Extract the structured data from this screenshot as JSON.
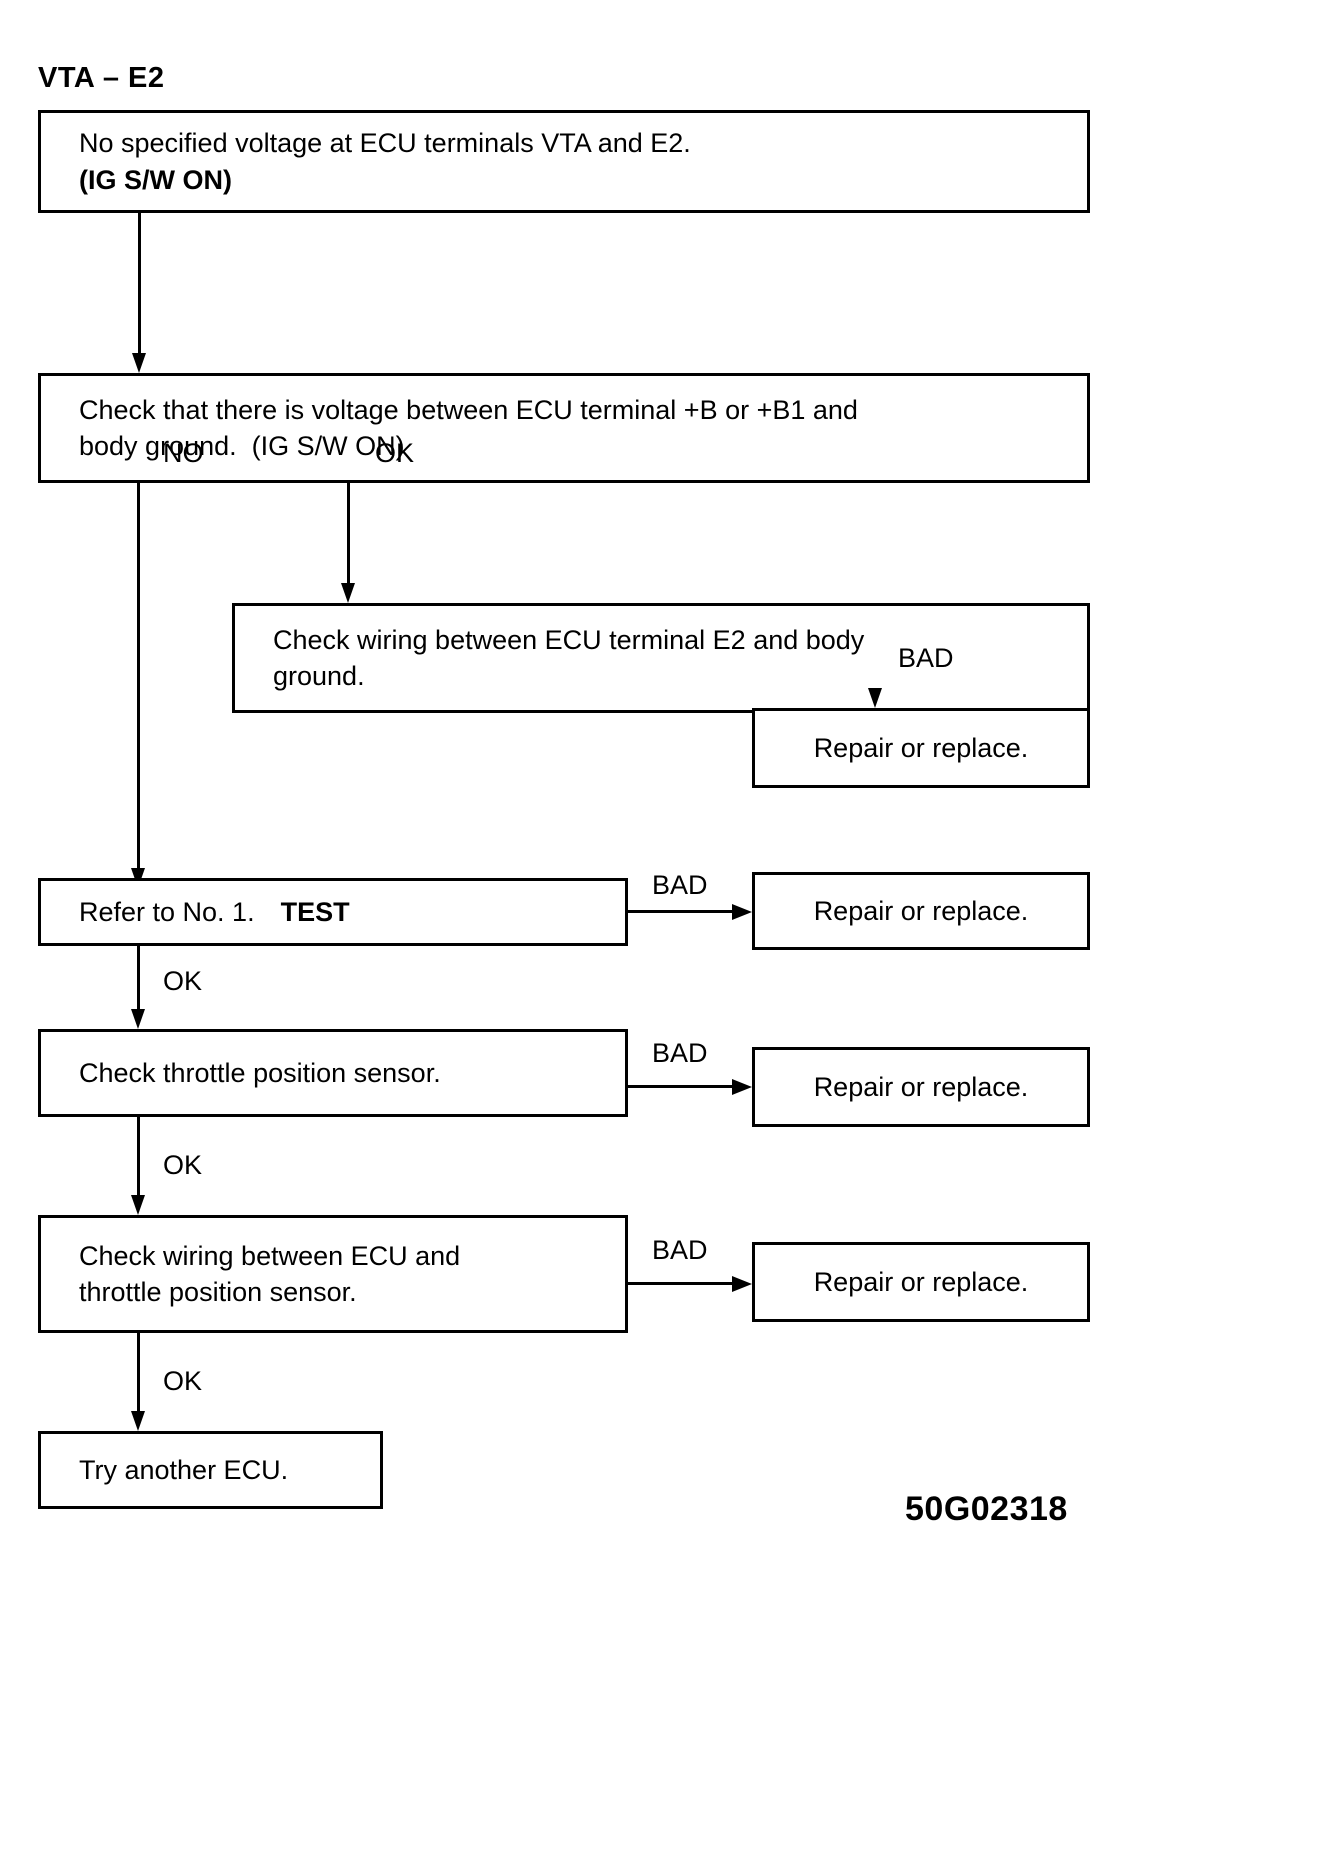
{
  "title": "VTA – E2",
  "footer_code": "50G02318",
  "colors": {
    "ink": "#000000",
    "paper": "#ffffff"
  },
  "nodes": {
    "symptom": {
      "line1": "No specified voltage at ECU terminals VTA and E2.",
      "line2": "(IG S/W ON)"
    },
    "check_b_voltage": {
      "line1": "Check that there is voltage between ECU terminal +B or +B1 and",
      "line2": "body ground.  (IG S/W ON)"
    },
    "check_e2_wiring": {
      "line1": "Check wiring between ECU terminal E2 and body",
      "line2": "ground."
    },
    "repair_1": {
      "line1": "Repair or replace."
    },
    "refer_test": {
      "line1": "Refer to No. 1.",
      "line2": "TEST"
    },
    "repair_2": {
      "line1": "Repair or replace."
    },
    "check_tps": {
      "line1": "Check throttle position sensor."
    },
    "repair_3": {
      "line1": "Repair or replace."
    },
    "check_tps_wiring": {
      "line1": "Check wiring between ECU and",
      "line2": "throttle position sensor."
    },
    "repair_4": {
      "line1": "Repair or replace."
    },
    "try_ecu": {
      "line1": "Try another ECU."
    }
  },
  "edges": {
    "no": "NO",
    "ok_1": "OK",
    "bad_1": "BAD",
    "ok_2": "OK",
    "bad_2": "BAD",
    "ok_3": "OK",
    "bad_3": "BAD",
    "ok_4": "OK",
    "bad_4": "BAD"
  }
}
